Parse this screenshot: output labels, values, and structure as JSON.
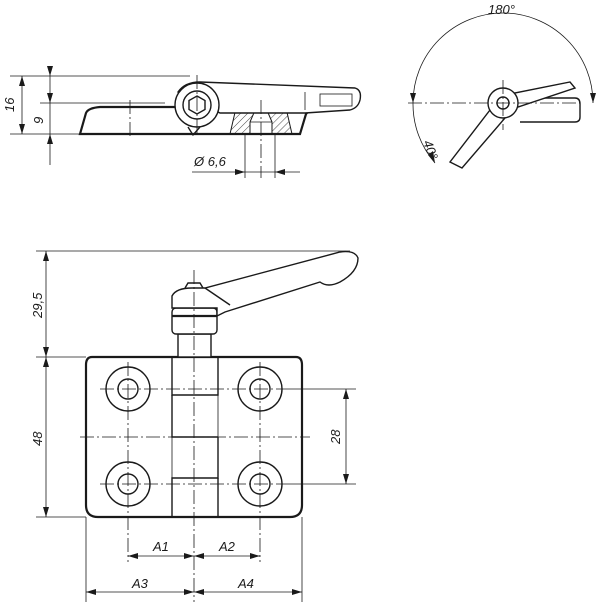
{
  "dimensions": {
    "height_total": "16",
    "height_lower": "9",
    "bore_diameter": "Ø 6,6",
    "swing_angle": "180°",
    "tilt_angle": "40°",
    "lever_height": "29,5",
    "plate_height": "48",
    "hole_spacing": "28",
    "hole_offset_left": "A1",
    "hole_offset_right": "A2",
    "plate_width_left": "A3",
    "plate_width_right": "A4"
  }
}
